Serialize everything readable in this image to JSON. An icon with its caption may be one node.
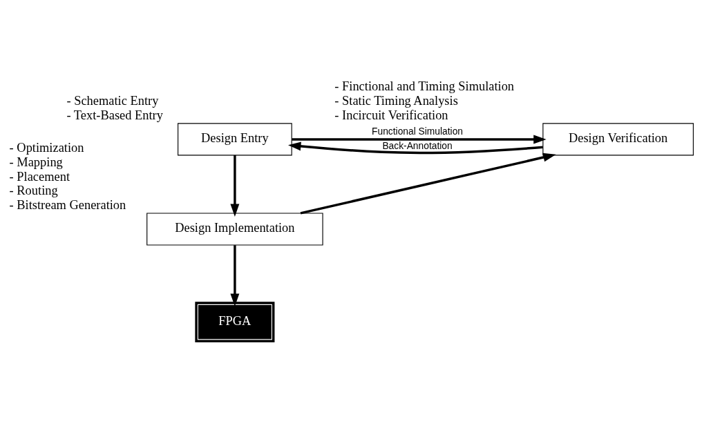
{
  "diagram": {
    "nodes": [
      {
        "text": [
          "Design Entry"
        ],
        "beside": [
          "- Schematic Entry",
          "- Text-Based Entry"
        ]
      },
      {
        "text": [
          "Design Verification"
        ],
        "beside": [
          "- Finctional and Timing Simulation",
          "- Static Timing Analysis",
          "- Incircuit Verification"
        ]
      },
      {
        "text": [
          "Design Implementation"
        ],
        "beside": [
          "- Optimization",
          "- Mapping",
          "- Placement",
          "- Routing",
          "- Bitstream Generation"
        ]
      },
      {
        "text": [
          "FPGA"
        ]
      }
    ],
    "edges": [
      {
        "from": 0,
        "to": 1,
        "arrow": "to",
        "label": "Functional Simulation"
      },
      {
        "from": 1,
        "to": 0,
        "arrow": "to",
        "label": "Back-Annotation"
      },
      {
        "from": 0,
        "to": 2,
        "arrow": "to"
      },
      {
        "from": 2,
        "to": 1,
        "arrow": "to"
      },
      {
        "from": 2,
        "to": 3,
        "arrow": "to"
      }
    ]
  }
}
